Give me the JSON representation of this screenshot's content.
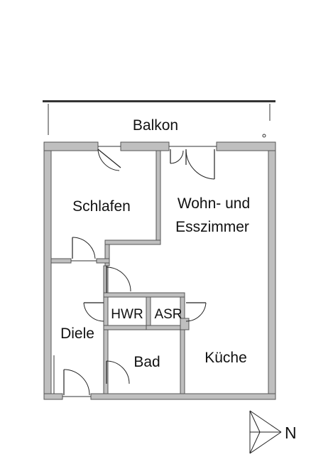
{
  "rooms": {
    "balkon": "Balkon",
    "schlafen": "Schlafen",
    "wohn_line1": "Wohn- und",
    "wohn_line2": "Esszimmer",
    "hwr": "HWR",
    "asr": "ASR",
    "diele": "Diele",
    "bad": "Bad",
    "kueche": "Küche"
  },
  "compass": {
    "letter": "N"
  },
  "colors": {
    "wall_fill": "#bfbfbf",
    "line": "#222222",
    "background": "#ffffff"
  }
}
